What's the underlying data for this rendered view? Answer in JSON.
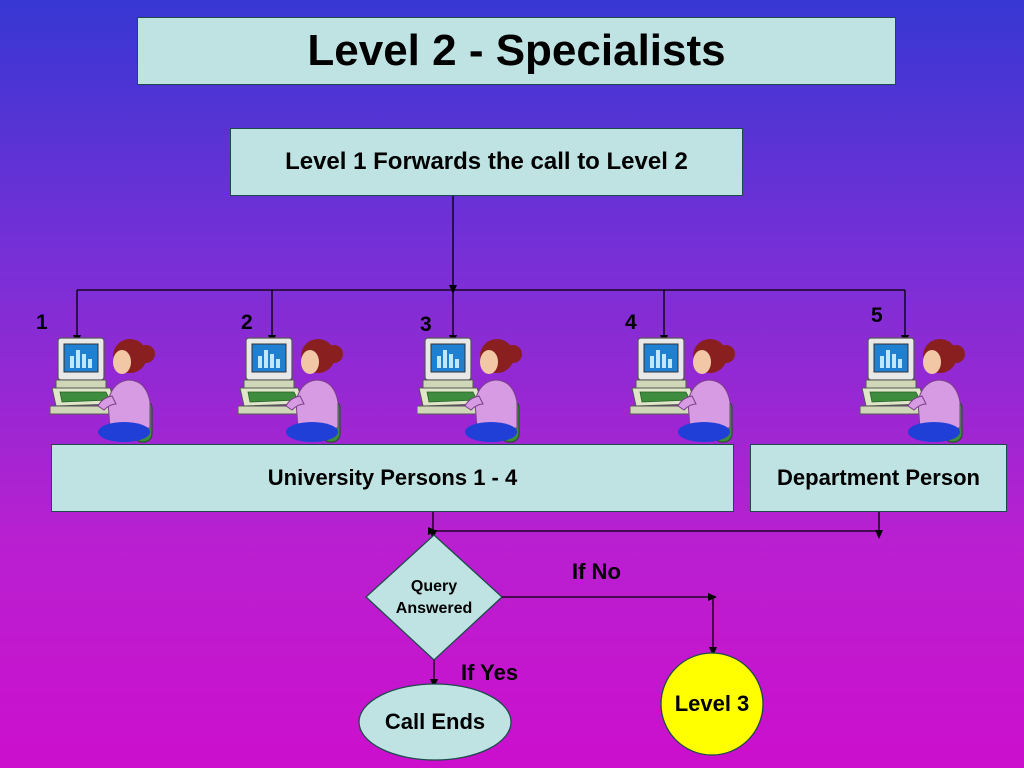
{
  "title": "Level 2 -  Specialists",
  "forward_text": "Level 1 Forwards the call to Level 2",
  "university_box": "University Persons 1 - 4",
  "department_box": "Department Person",
  "persons": [
    {
      "number": "1",
      "icon": "person-at-computer-icon"
    },
    {
      "number": "2",
      "icon": "person-at-computer-icon"
    },
    {
      "number": "3",
      "icon": "person-at-computer-icon"
    },
    {
      "number": "4",
      "icon": "person-at-computer-icon"
    },
    {
      "number": "5",
      "icon": "person-at-computer-icon"
    }
  ],
  "decision": {
    "line1": "Query",
    "line2": "Answered"
  },
  "if_no": "If No",
  "if_yes": "If Yes",
  "call_ends": "Call Ends",
  "level3": "Level 3",
  "colors": {
    "box_fill": "#bfe3e3",
    "level3_fill": "#ffff00",
    "line": "#000000"
  }
}
